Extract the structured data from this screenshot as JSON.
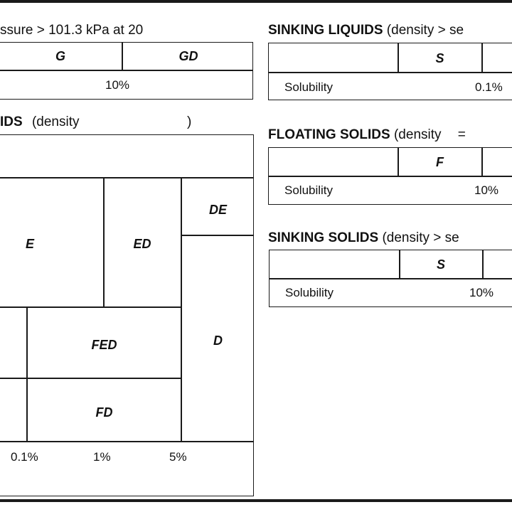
{
  "gases": {
    "heading_fragment": "ssure > 101.3 kPa at 20",
    "codes": [
      "G",
      "GD"
    ],
    "solubility_value": "10%"
  },
  "sinking_liquids": {
    "title": "SINKING LIQUIDS",
    "density_fragment": "(density > se",
    "code": "S",
    "solubility_label": "Solubility",
    "solubility_value": "0.1%"
  },
  "liquids": {
    "title_fragment": "IDS",
    "density_open": "(density",
    "density_close": ")",
    "codes": [
      "E",
      "ED",
      "DE",
      "FED",
      "D",
      "FD"
    ],
    "ticks": [
      "0.1%",
      "1%",
      "5%"
    ]
  },
  "floating_solids": {
    "title": "FLOATING SOLIDS",
    "density_fragment": "(density",
    "density_symbol": "=",
    "code": "F",
    "solubility_label": "Solubility",
    "solubility_value": "10%"
  },
  "sinking_solids": {
    "title": "SINKING SOLIDS",
    "density_fragment": "(density > se",
    "code": "S",
    "solubility_label": "Solubility",
    "solubility_value": "10%"
  }
}
